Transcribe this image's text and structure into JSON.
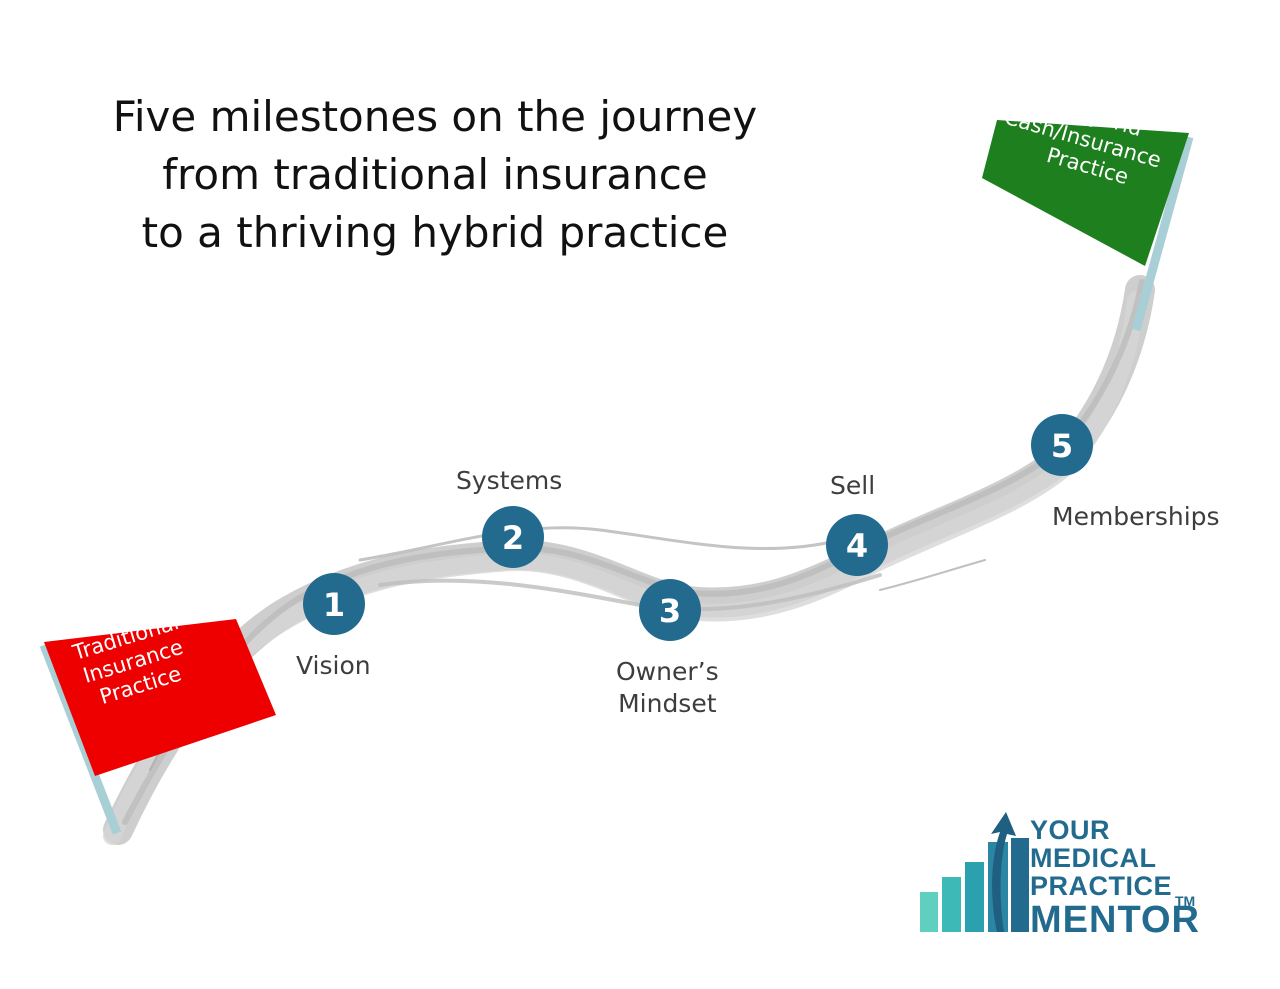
{
  "title": {
    "line1": "Five milestones on the journey",
    "line2": "from traditional insurance",
    "line3": "to a thriving hybrid practice"
  },
  "start_flag": {
    "line1": "Traditional",
    "line2": "Insurance",
    "line3": "Practice",
    "color": "#ee0000"
  },
  "end_flag": {
    "line1": "Hybrid",
    "line2": "Cash/Insurance",
    "line3": "Practice",
    "color": "#1e7f1e"
  },
  "milestones": [
    {
      "number": "1",
      "label": "Vision"
    },
    {
      "number": "2",
      "label": "Systems"
    },
    {
      "number": "3",
      "label": "Owner’s",
      "label2": "Mindset"
    },
    {
      "number": "4",
      "label": "Sell"
    },
    {
      "number": "5",
      "label": "Memberships"
    }
  ],
  "colors": {
    "milestone_circle": "#236b8e",
    "path": "#c8c8c8",
    "flagpole": "#a9cfd6",
    "logo": "#236b8e"
  },
  "logo": {
    "line1": "YOUR",
    "line2": "MEDICAL",
    "line3": "PRACTICE",
    "line4": "MENTOR",
    "trademark": "TM"
  }
}
